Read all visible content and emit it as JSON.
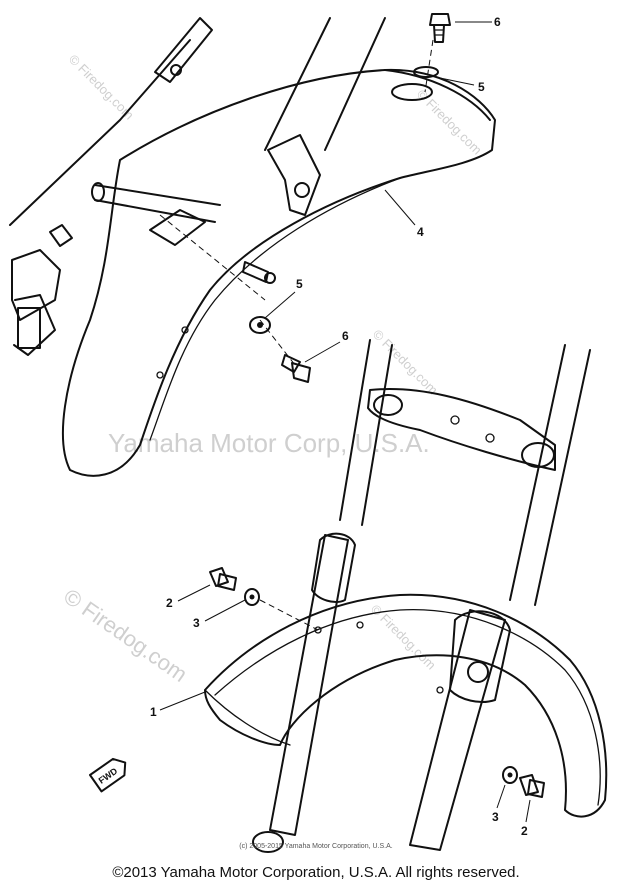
{
  "watermarks": {
    "center": "Yamaha Motor Corp, U.S.A.",
    "site_large": "© Firedog.com",
    "site_small": "© Firedog.com"
  },
  "small_credit": "(c) 2005-2015 Yamaha Motor Corporation, U.S.A.",
  "footer": "©2013 Yamaha Motor Corporation, U.S.A. All rights reserved.",
  "direction_tag": "FWD",
  "parts": [
    {
      "number": "6"
    },
    {
      "number": "5"
    },
    {
      "number": "4"
    },
    {
      "number": "5"
    },
    {
      "number": "6"
    },
    {
      "number": "2"
    },
    {
      "number": "3"
    },
    {
      "number": "1"
    },
    {
      "number": "3"
    },
    {
      "number": "2"
    }
  ],
  "colors": {
    "ink": "#111111",
    "watermark": "#cfcfcf",
    "background": "#ffffff"
  }
}
